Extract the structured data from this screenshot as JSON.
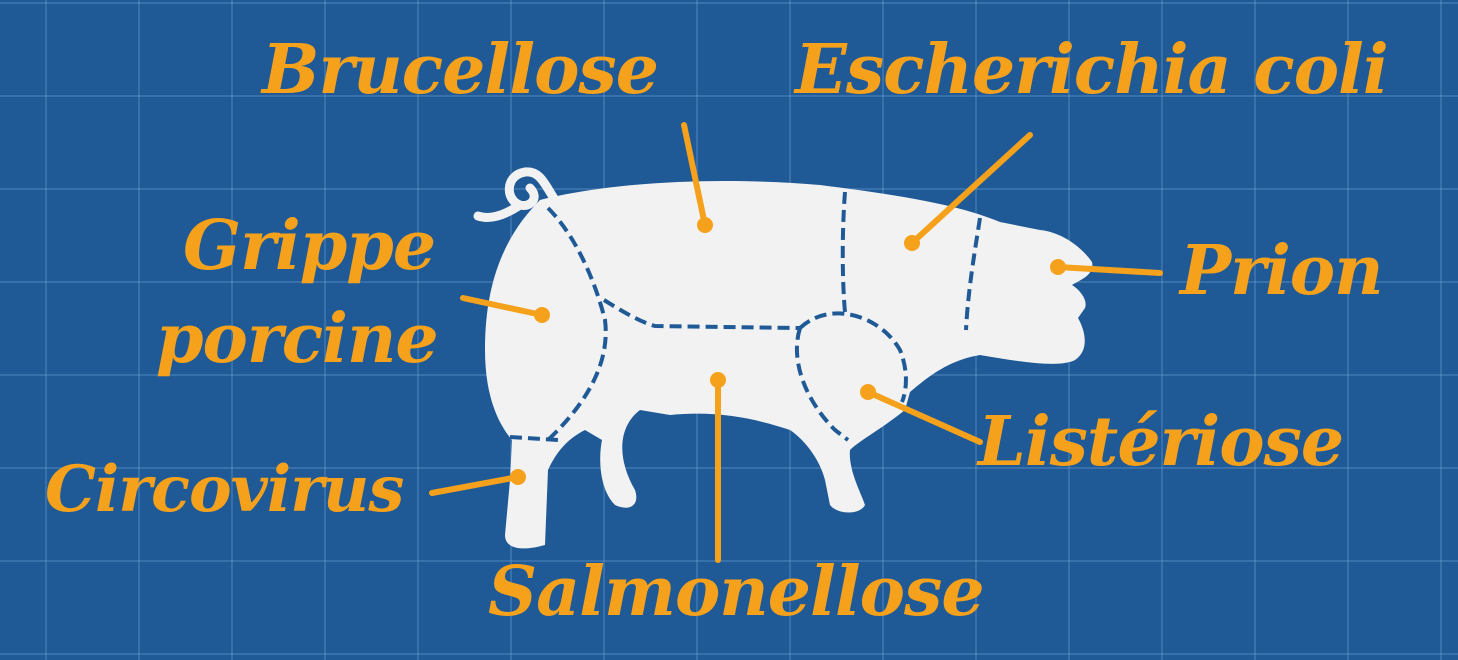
{
  "colors": {
    "background": "#1f5a97",
    "grid": "#4a7fb8",
    "accent": "#f5a11c",
    "pig": "#f2f2f2"
  },
  "labels": {
    "brucellose": "Brucellose",
    "escherichia": "Escherichia coli",
    "grippe_line1": "Grippe",
    "grippe_line2": "porcine",
    "prion": "Prion",
    "circovirus": "Circovirus",
    "listeriose": "Listériose",
    "salmonellose": "Salmonellose"
  }
}
